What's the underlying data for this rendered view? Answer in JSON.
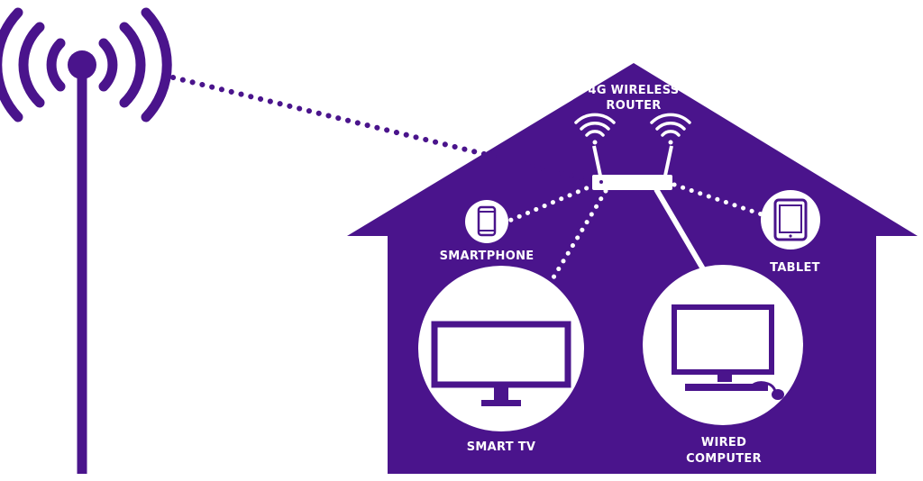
{
  "colors": {
    "purple": "#4a148c",
    "white": "#ffffff"
  },
  "labels": {
    "router_line1": "4G WIRELESS",
    "router_line2": "ROUTER",
    "smartphone": "SMARTPHONE",
    "tablet": "TABLET",
    "smart_tv": "SMART TV",
    "computer_line1": "WIRED",
    "computer_line2": "COMPUTER"
  },
  "icons": [
    "cell-tower-icon",
    "wifi-signal-icon",
    "router-icon",
    "smartphone-icon",
    "tablet-icon",
    "tv-icon",
    "computer-icon"
  ]
}
